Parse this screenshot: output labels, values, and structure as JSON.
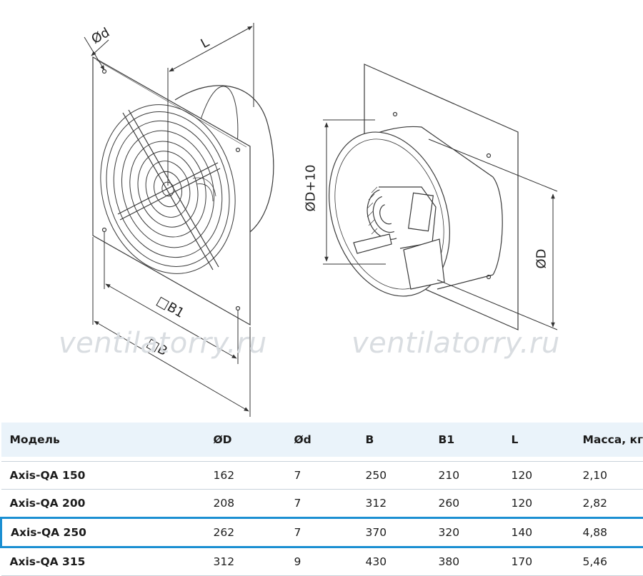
{
  "watermark": "ventilatorry.ru",
  "dimensions": {
    "d": "Ød",
    "L": "L",
    "B1": "□B1",
    "B": "□B",
    "D10": "ØD+10",
    "D": "ØD"
  },
  "table": {
    "headers": [
      "Модель",
      "ØD",
      "Ød",
      "B",
      "B1",
      "L",
      "Масса, кг"
    ],
    "rows": [
      [
        "Axis-QA 150",
        "162",
        "7",
        "250",
        "210",
        "120",
        "2,10"
      ],
      [
        "Axis-QA 200",
        "208",
        "7",
        "312",
        "260",
        "120",
        "2,82"
      ],
      [
        "Axis-QA 250",
        "262",
        "7",
        "370",
        "320",
        "140",
        "4,88"
      ],
      [
        "Axis-QA 315",
        "312",
        "9",
        "430",
        "380",
        "170",
        "5,46"
      ]
    ],
    "highlighted_row": "Axis-QA 250"
  },
  "colors": {
    "highlight": "#1b8fd2",
    "header_bg": "#eaf3fa",
    "line": "#3a3a3a"
  }
}
